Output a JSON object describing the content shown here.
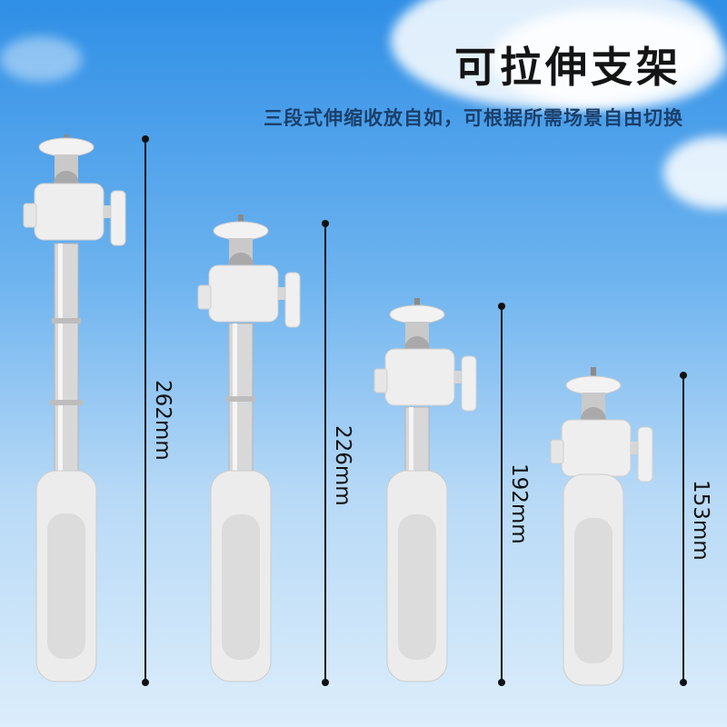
{
  "header": {
    "title": "可拉伸支架",
    "subtitle": "三段式伸缩收放自如，可根据所需场景自由切换"
  },
  "stands": [
    {
      "label": "262mm"
    },
    {
      "label": "226mm"
    },
    {
      "label": "192mm"
    },
    {
      "label": "153mm"
    }
  ],
  "colors": {
    "sky_top": "#2f8fe6",
    "sky_bottom": "#dcedfb",
    "plastic": "#eeeeee",
    "metal": "#d8d8d8",
    "text": "#141414"
  },
  "icons": [
    "tripod-stand-icon",
    "ball-head-icon"
  ]
}
